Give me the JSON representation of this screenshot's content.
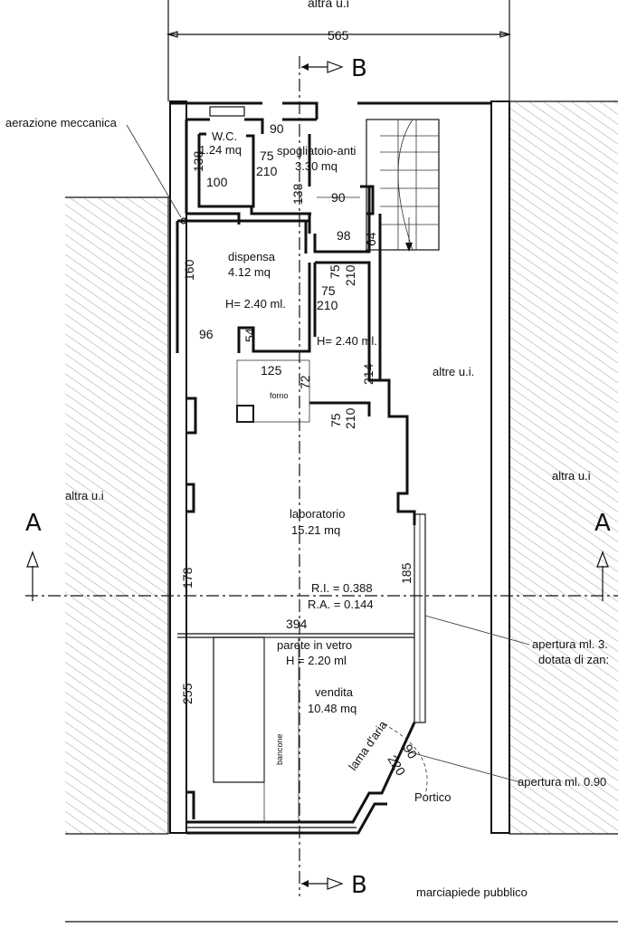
{
  "labels": {
    "top_neighbor": "altra u.i",
    "overall_width": "565",
    "section_b_top": "B",
    "section_b_bottom": "B",
    "section_a_left": "A",
    "section_a_right": "A",
    "aerazione": "aerazione meccanica",
    "left_neighbor": "altra u.i",
    "right_neighbor": "altra u.i",
    "other_units": "altre u.i.",
    "sidewalk": "marciapiede pubblico",
    "portico": "Portico",
    "opening_side_1": "apertura ml. 3.",
    "opening_side_2": "dotata di zan:",
    "opening_door": "apertura ml. 0.90",
    "air_blade": "lama d'aria",
    "counter": "bancone",
    "oven": "forno"
  },
  "rooms": {
    "wc": {
      "name": "W.C.",
      "area": "1.24 mq"
    },
    "spogliatoio": {
      "name": "spogliatoio-anti",
      "area": "3.30 mq"
    },
    "dispensa": {
      "name": "dispensa",
      "area": "4.12 mq",
      "height": "H= 2.40 ml."
    },
    "corridor": {
      "height": "H= 2.40 ml."
    },
    "laboratorio": {
      "name": "laboratorio",
      "area": "15.21 mq",
      "ri": "R.I. = 0.388",
      "ra": "R.A. = 0.144"
    },
    "vendita": {
      "name": "vendita",
      "area": "10.48 mq",
      "partition": "parete in vetro",
      "partition_height": "H = 2.20 ml"
    }
  },
  "dimensions": {
    "wc_door": "90",
    "wc_depth": "138",
    "wc_width": "100",
    "wc_door_w": "75",
    "wc_door_h": "210",
    "anti_depth": "138",
    "anti_door": "90",
    "passage_98": "98",
    "passage_64": "64",
    "dispensa_depth": "160",
    "dispensa_door_w": "75",
    "dispensa_door_h": "210",
    "corr_door_w": "75",
    "corr_door_h": "210",
    "nook_96": "96",
    "nook_54": "54",
    "forno_125": "125",
    "forno_72": "72",
    "corr_214": "214",
    "lab_door_w": "75",
    "lab_door_h": "210",
    "lab_178": "178",
    "lab_185": "185",
    "lab_width": "394",
    "vendita_255": "255",
    "door_90": "90",
    "door_220": "220"
  },
  "colors": {
    "line": "#111111",
    "hatch": "#888888",
    "background": "#ffffff"
  }
}
